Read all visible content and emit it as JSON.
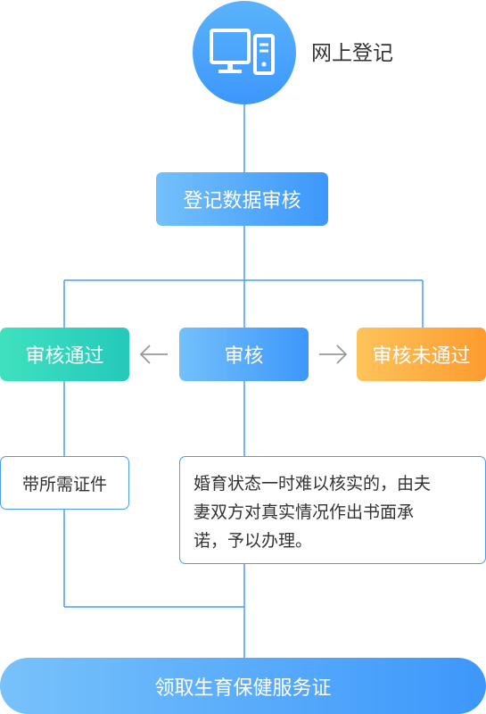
{
  "start": {
    "label": "网上登记",
    "icon": "computer-icon"
  },
  "review": {
    "label": "登记数据审核"
  },
  "center": {
    "label": "审核"
  },
  "passed": {
    "label": "审核通过",
    "note": "带所需证件"
  },
  "failed": {
    "label": "审核未通过"
  },
  "unverifiable": {
    "note": "婚育状态一时难以核实的，由夫妻双方对真实情况作出书面承诺，予以办理。",
    "lines": [
      "婚育状态一时难以核实的，由夫",
      "妻双方对真实情况作出书面承",
      "诺，予以办理。"
    ]
  },
  "final": {
    "label": "领取生育保健服务证"
  },
  "colors": {
    "blue": "#3d97fb",
    "green": "#24c9bb",
    "orange": "#fd9b2f",
    "line": "#4a9cf6",
    "arrow": "#999999"
  }
}
